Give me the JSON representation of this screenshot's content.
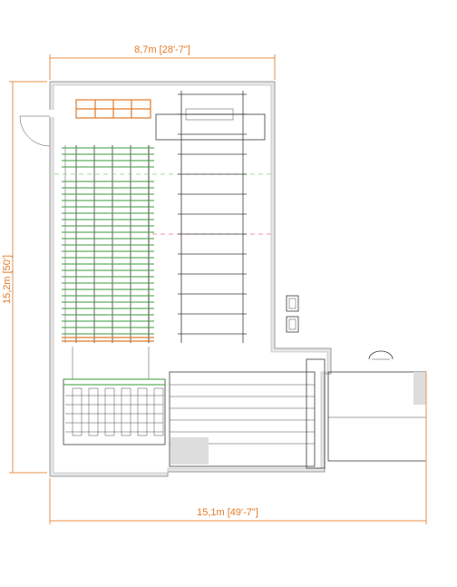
{
  "dimensions": {
    "top_width": "8,7m [28'-7\"]",
    "bottom_width": "15,1m [49'-7\"]",
    "left_height": "15,2m [50']"
  },
  "colors": {
    "dimension": "#e07a2a",
    "rack_green": "#3a9a3a",
    "rack_orange": "#e07a2a",
    "wall": "#e6e6e6",
    "equipment": "#3a3a3a"
  }
}
